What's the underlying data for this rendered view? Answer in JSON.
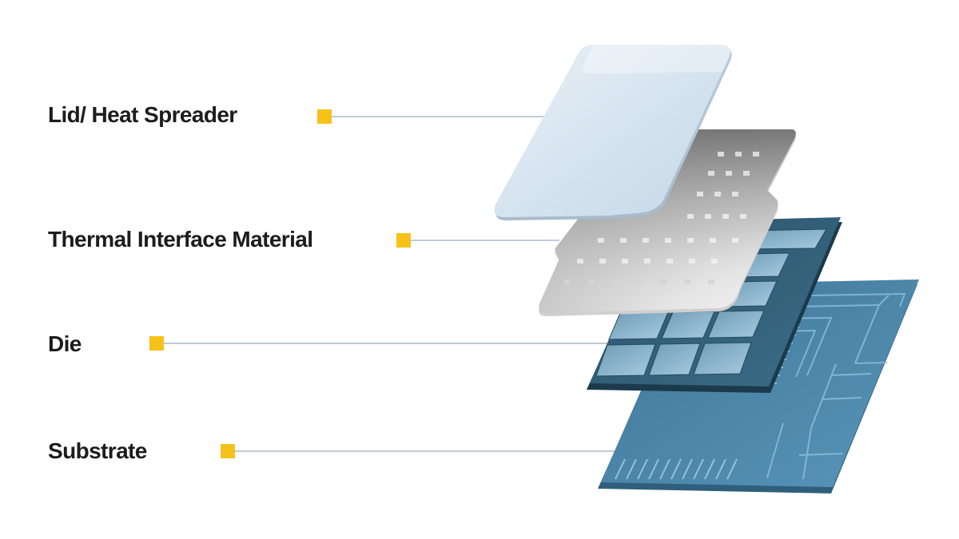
{
  "layers": [
    {
      "id": "lid",
      "label": "Lid/ Heat Spreader"
    },
    {
      "id": "tim",
      "label": "Thermal Interface Material"
    },
    {
      "id": "die",
      "label": "Die"
    },
    {
      "id": "substrate",
      "label": "Substrate"
    }
  ],
  "colors": {
    "marker": "#f6c21a",
    "leader_line": "#aab8cc",
    "label_text": "#1c1c1c",
    "lid": "#dbe7f1",
    "tim": "#c7c7c7",
    "die": "#2e5a72",
    "die_cell": "#8eb7cf",
    "substrate": "#4f88aa"
  }
}
